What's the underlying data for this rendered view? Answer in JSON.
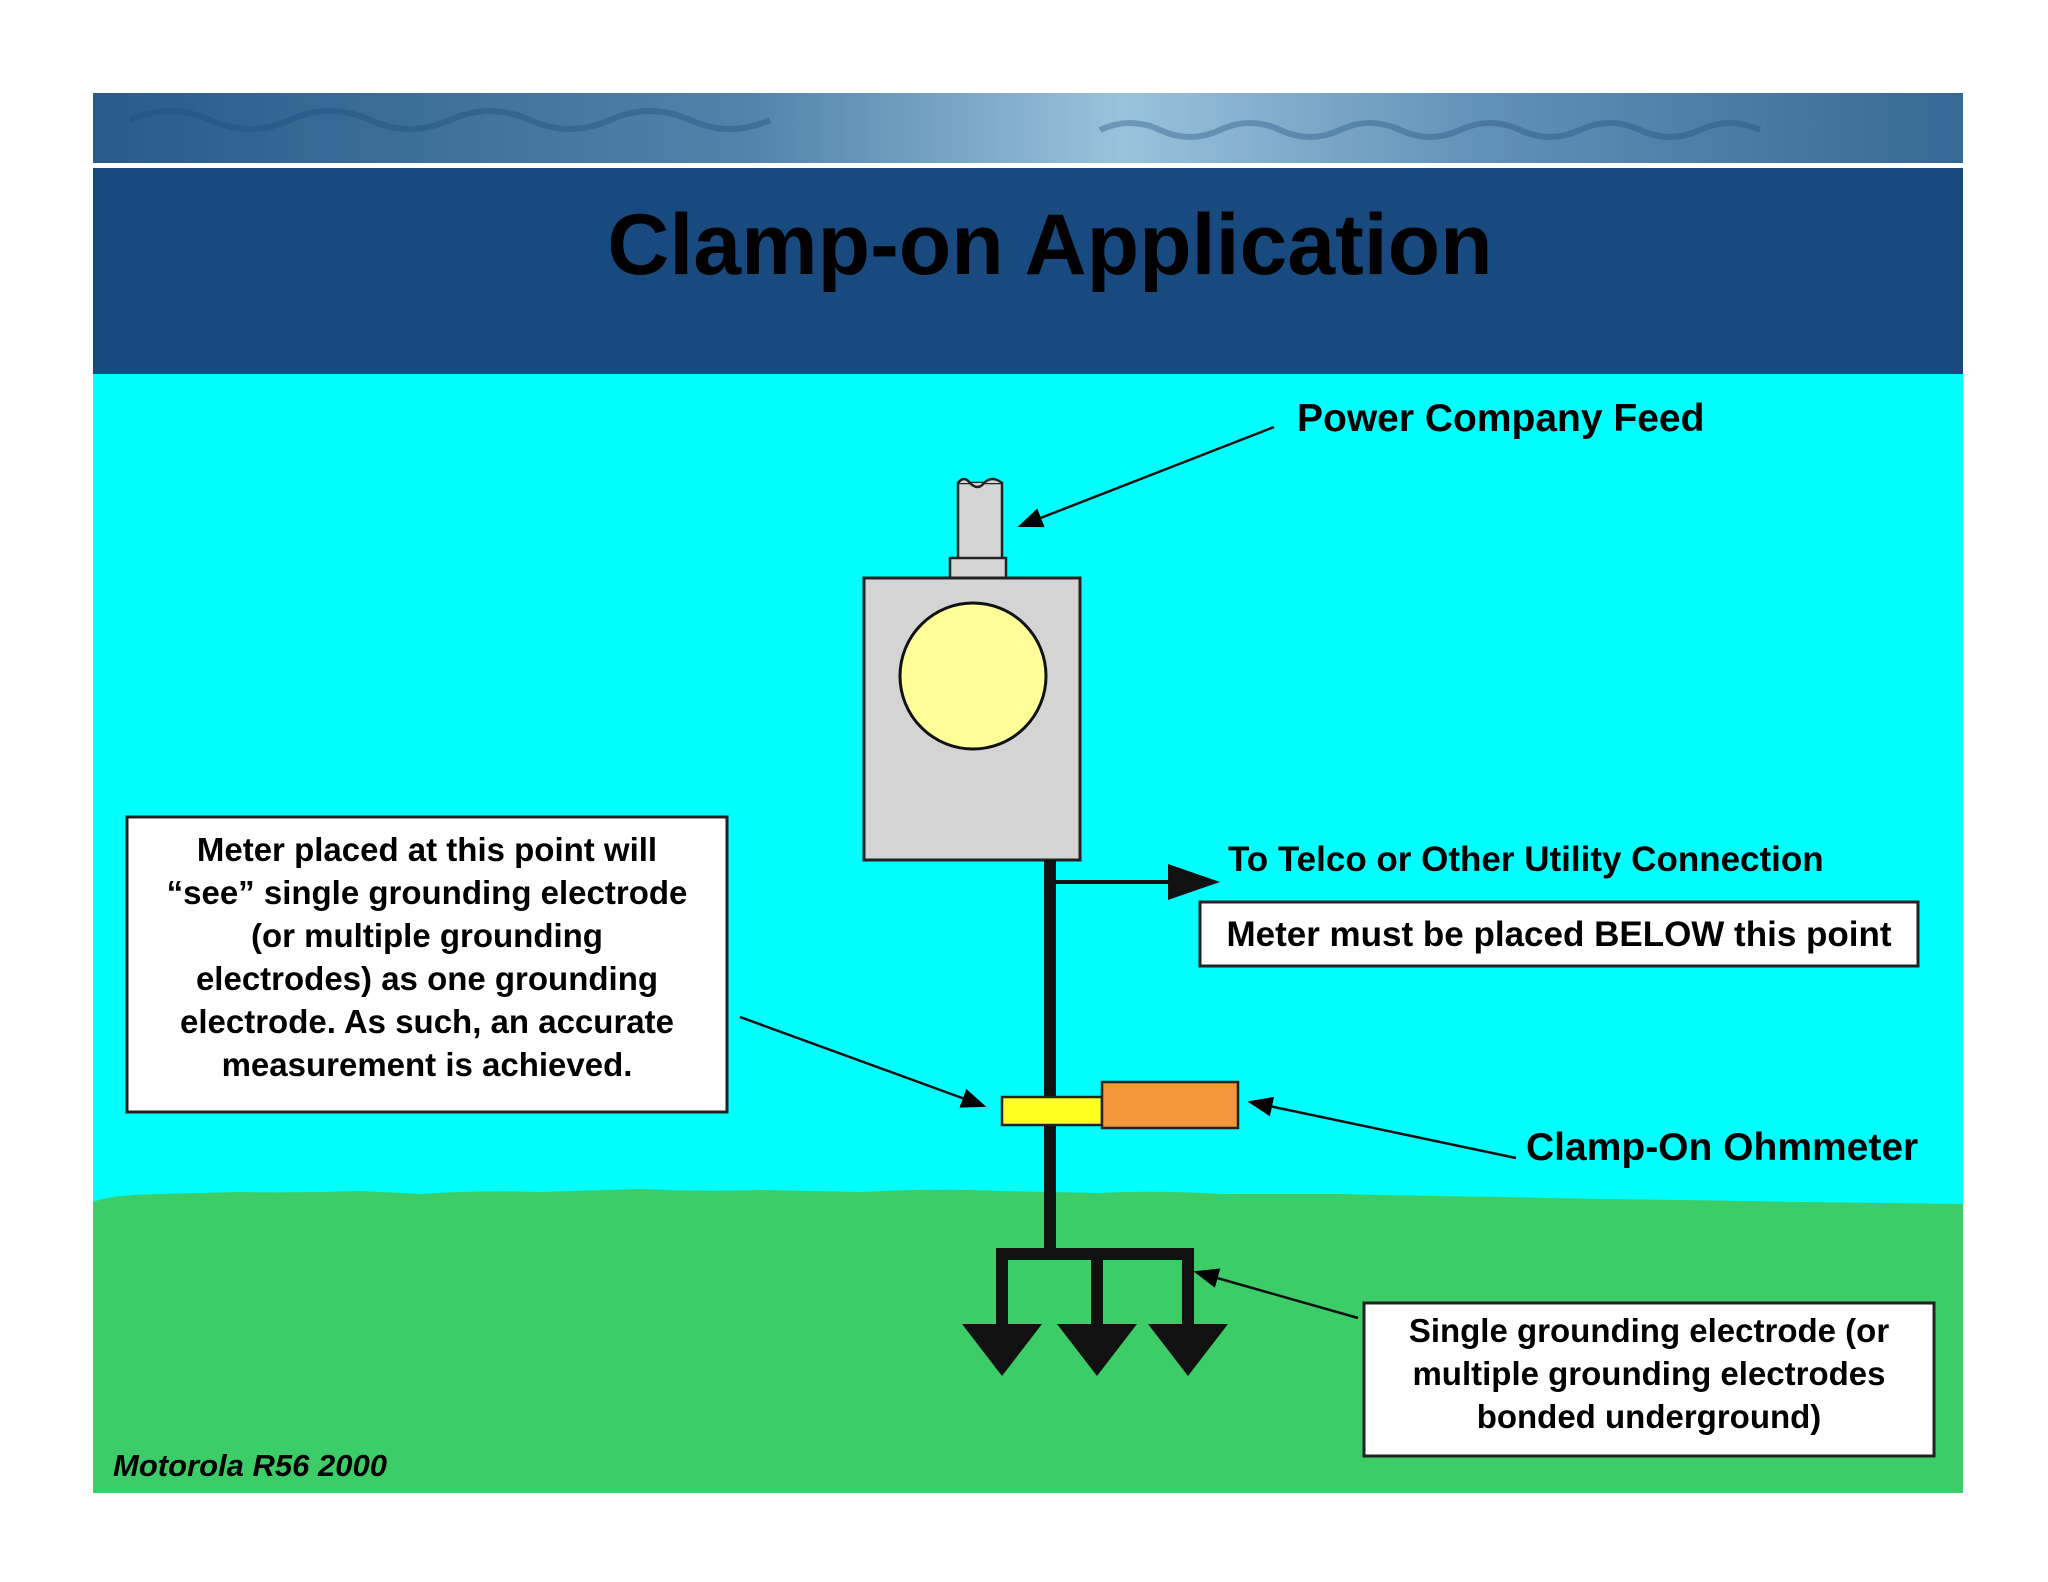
{
  "title": "Clamp-on Application",
  "labels": {
    "power_feed": "Power Company Feed",
    "telco": "To Telco or Other Utility Connection",
    "below_point": "Meter must be placed BELOW this point",
    "ohmmeter": "Clamp-On Ohmmeter"
  },
  "note_left": [
    "Meter placed at this point will",
    "“see” single grounding electrode",
    "(or multiple grounding",
    "electrodes) as one grounding",
    "electrode. As such, an accurate",
    "measurement is achieved."
  ],
  "note_electrode": [
    "Single grounding electrode (or",
    "multiple grounding electrodes",
    "bonded underground)"
  ],
  "footer": "Motorola R56 2000",
  "colors": {
    "title_bar": "#184a80",
    "sky": "#00ffff",
    "ground": "#3ccc68",
    "meter_box": "#d4d4d4",
    "meter_dial": "#ffff99",
    "clamp_jaw": "#ffff22",
    "clamp_body": "#f4963a"
  }
}
